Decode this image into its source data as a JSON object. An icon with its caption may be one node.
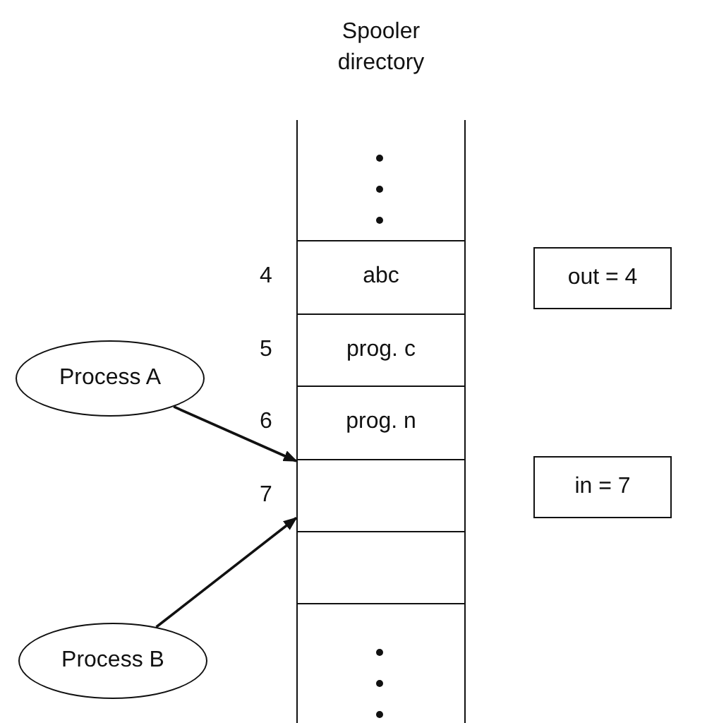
{
  "diagram": {
    "nodes": [
      {
        "text": [
          "Spooler directory"
        ]
      },
      {
        "text": [
          "abc"
        ],
        "beside": [
          "4"
        ],
        "in": 0
      },
      {
        "text": [
          "prog. c"
        ],
        "beside": [
          "5"
        ],
        "in": 0
      },
      {
        "text": [
          "prog. n"
        ],
        "beside": [
          "6"
        ],
        "in": 0
      },
      {
        "text": [],
        "shape": "box",
        "beside": [
          "7"
        ],
        "in": 0
      },
      {
        "text": [],
        "shape": "box",
        "in": 0
      },
      {
        "text": [
          "out = 4"
        ]
      },
      {
        "text": [
          "Process A"
        ]
      },
      {
        "text": [
          "in = 7"
        ]
      },
      {
        "text": [
          "Process B"
        ]
      }
    ],
    "edges": [
      {
        "from": 7,
        "to": 4,
        "arrow": "to"
      },
      {
        "from": 9,
        "to": 4,
        "arrow": "to"
      }
    ]
  }
}
